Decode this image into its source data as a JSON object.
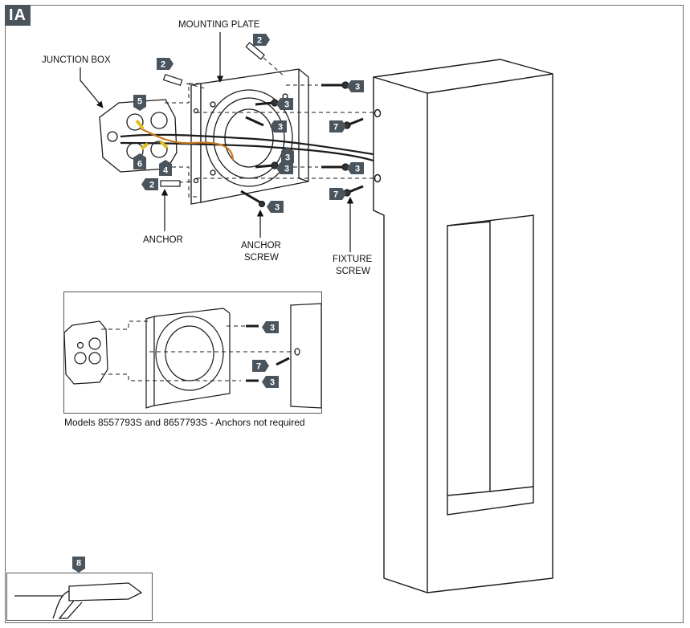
{
  "step": {
    "label": "IA"
  },
  "labels": {
    "junction_box": "JUNCTION BOX",
    "mounting_plate": "MOUNTING PLATE",
    "anchor": "ANCHOR",
    "anchor_screw_1": "ANCHOR",
    "anchor_screw_2": "SCREW",
    "fixture_screw_1": "FIXTURE",
    "fixture_screw_2": "SCREW"
  },
  "inset": {
    "caption": "Models 8557793S and 8657793S - Anchors not required"
  },
  "badges": {
    "b2": "2",
    "b3": "3",
    "b4": "4",
    "b5": "5",
    "b6": "6",
    "b7": "7",
    "b8": "8"
  },
  "colors": {
    "badge": "#4a545c",
    "line": "#1a1a1a",
    "wire_orange": "#c8781e",
    "wire_yellow": "#e0c020"
  }
}
